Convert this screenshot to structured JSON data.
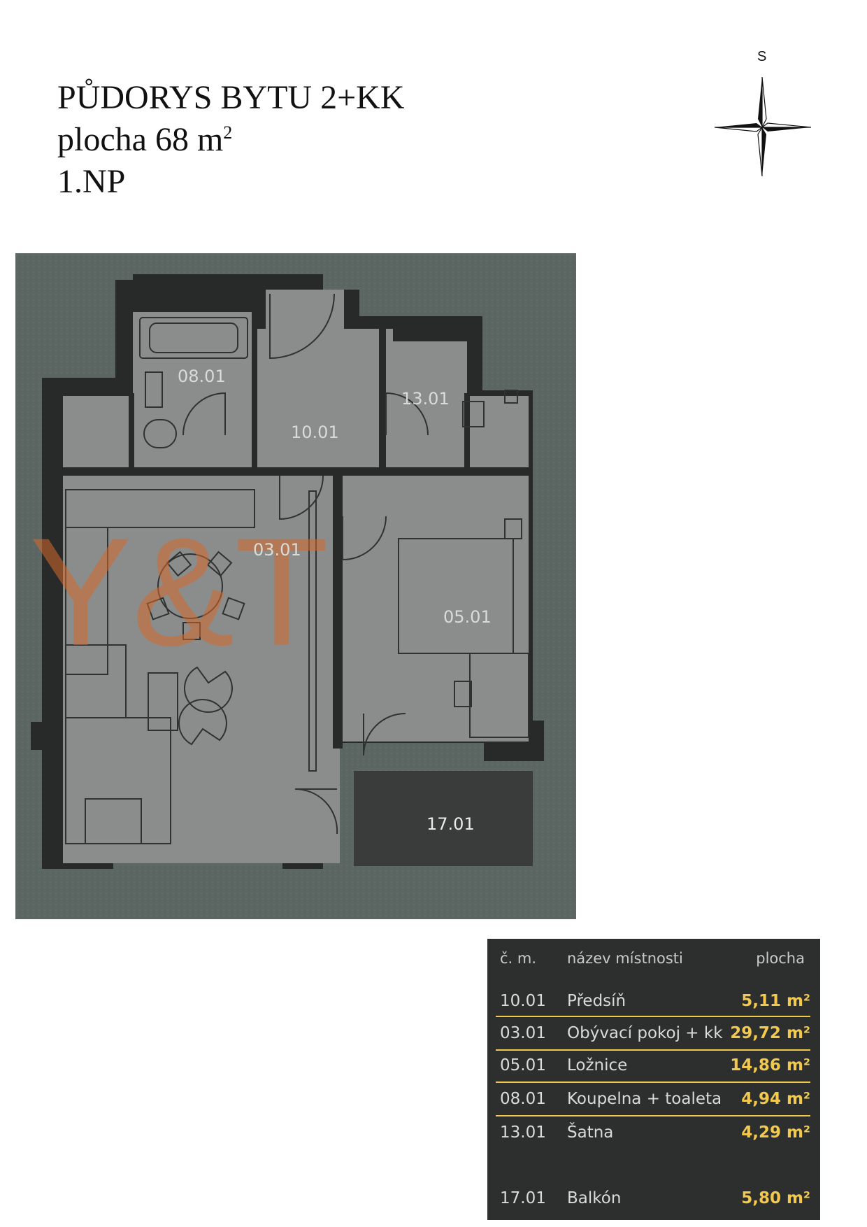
{
  "header": {
    "title_line1": "PŮDORYS BYTU 2+KK",
    "title_line2": "plocha 68 m",
    "title_line2_sup": "2",
    "title_line3": "1.NP"
  },
  "compass": {
    "label": "S",
    "icon": "compass-star-icon"
  },
  "plan": {
    "watermark": "Y&T",
    "rooms": [
      {
        "id": "08.01"
      },
      {
        "id": "10.01"
      },
      {
        "id": "13.01"
      },
      {
        "id": "03.01"
      },
      {
        "id": "05.01"
      },
      {
        "id": "17.01"
      }
    ]
  },
  "table": {
    "headers": {
      "num": "č. m.",
      "name": "název místnosti",
      "area": "plocha"
    },
    "rows": [
      {
        "num": "10.01",
        "name": "Předsíň",
        "area": "5,11 m²"
      },
      {
        "num": "03.01",
        "name": "Obývací pokoj + kk",
        "area": "29,72 m²"
      },
      {
        "num": "05.01",
        "name": "Ložnice",
        "area": "14,86 m²"
      },
      {
        "num": "08.01",
        "name": "Koupelna + toaleta",
        "area": "4,94 m²"
      },
      {
        "num": "13.01",
        "name": "Šatna",
        "area": "4,29 m²"
      },
      {
        "num": "17.01",
        "name": "Balkón",
        "area": "5,80 m²"
      }
    ],
    "colors": {
      "background": "#2c2f2e",
      "accent": "#f2c94c"
    }
  }
}
